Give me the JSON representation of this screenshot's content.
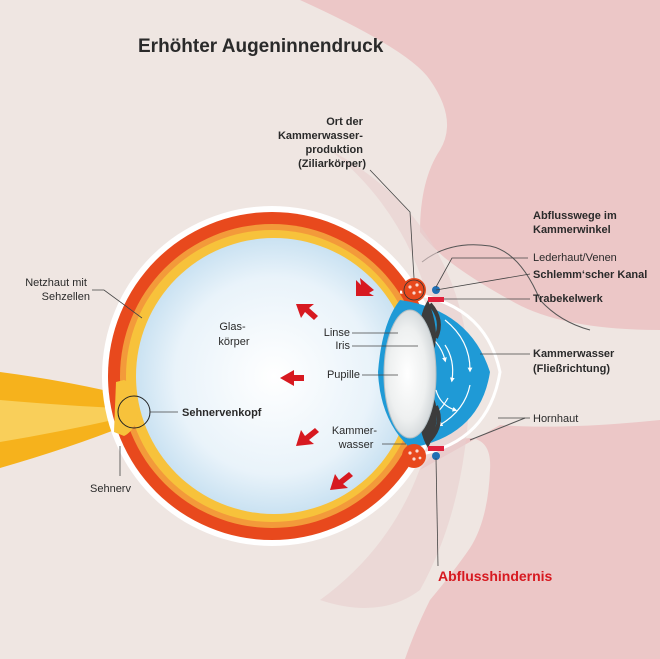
{
  "title": "Erhöhter Augeninnendruck",
  "labels": {
    "production": [
      "Ort der",
      "Kammerwasser-",
      "produktion",
      "(Ziliarkörper)"
    ],
    "outflow_heading": [
      "Abflusswege im",
      "Kammerwinkel"
    ],
    "lederhaut": "Lederhaut/Venen",
    "schlemm": "Schlemm‘scher Kanal",
    "trabekel": "Trabekelwerk",
    "kammerwasser_flow": [
      "Kammerwasser",
      "(Fließrichtung)"
    ],
    "hornhaut": "Hornhaut",
    "netzhaut": [
      "Netzhaut mit",
      "Sehzellen"
    ],
    "glaskoerper": [
      "Glas-",
      "körper"
    ],
    "linse": "Linse",
    "iris": "Iris",
    "pupille": "Pupille",
    "sehnervenkopf": "Sehnervenkopf",
    "kammerwasser": [
      "Kammer-",
      "wasser"
    ],
    "sehnerv": "Sehnerv",
    "abflusshindernis": "Abflusshindernis"
  },
  "colors": {
    "background": "#efe6e2",
    "skin": "#ecc7c7",
    "sclera": "#e8491d",
    "retina": "#f7c23b",
    "vitreous": "#dcebf6",
    "aqueous": "#1f9ad6",
    "pressure_arrow": "#d71920"
  }
}
